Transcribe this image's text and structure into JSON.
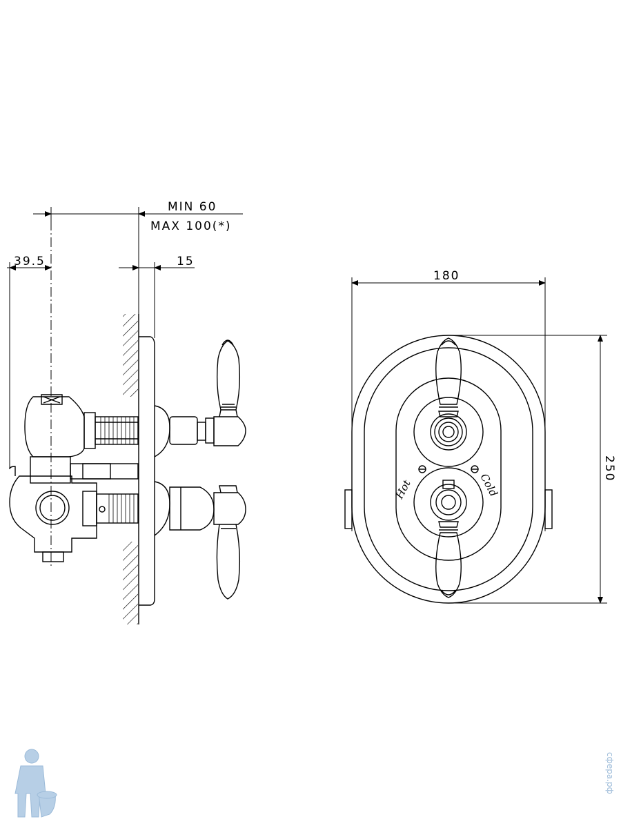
{
  "dimensions": {
    "min_depth": "MIN 60",
    "max_depth": "MAX 100(*)",
    "offset": "39.5",
    "plate_thickness": "15",
    "width": "180",
    "height": "250"
  },
  "labels": {
    "hot": "Hot",
    "cold": "Cold"
  },
  "watermark": {
    "site": "сфера.рф"
  },
  "colors": {
    "line": "#000000",
    "watermark": "#9bbad8"
  }
}
